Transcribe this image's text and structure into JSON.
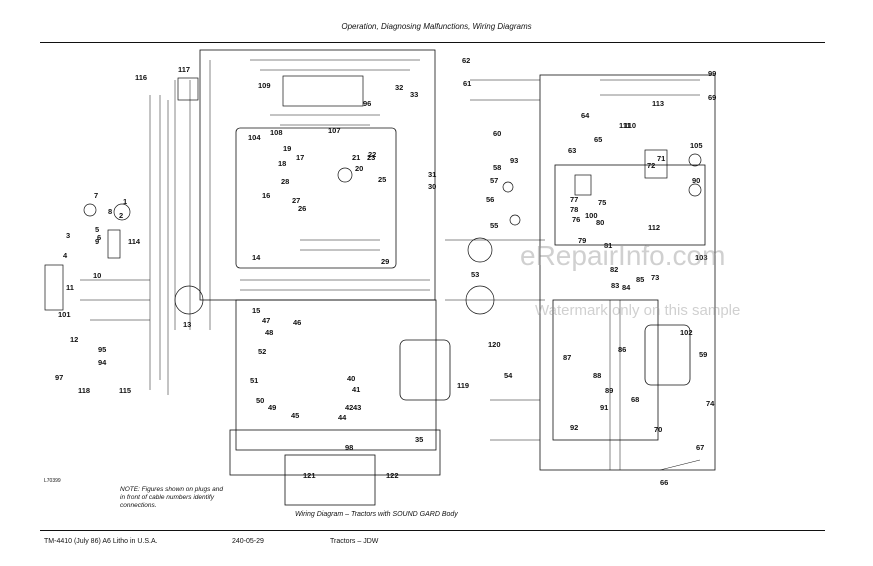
{
  "header": {
    "title": "Operation, Diagnosing Malfunctions, Wiring Diagrams"
  },
  "diagram": {
    "caption": "Wiring Diagram – Tractors with SOUND GARD Body",
    "note": "NOTE: Figures shown on plugs and in front of cable numbers identify connections.",
    "drawing_code": "L70399",
    "labels": [
      "116",
      "117",
      "109",
      "108",
      "107",
      "105",
      "104",
      "103",
      "102",
      "101",
      "100",
      "99",
      "98",
      "97",
      "96",
      "95",
      "94",
      "93",
      "92",
      "91",
      "90",
      "89",
      "88",
      "87",
      "86",
      "85",
      "84",
      "83",
      "82",
      "81",
      "80",
      "79",
      "78",
      "77",
      "76",
      "75",
      "74",
      "73",
      "72",
      "71",
      "70",
      "69",
      "68",
      "67",
      "66",
      "65",
      "64",
      "63",
      "62",
      "61",
      "60",
      "59",
      "58",
      "57",
      "56",
      "55",
      "54",
      "53",
      "52",
      "51",
      "50",
      "49",
      "48",
      "47",
      "46",
      "45",
      "44",
      "43",
      "42",
      "41",
      "40",
      "35",
      "33",
      "32",
      "31",
      "30",
      "29",
      "28",
      "27",
      "26",
      "25",
      "23",
      "22",
      "21",
      "20",
      "19",
      "18",
      "17",
      "16",
      "15",
      "14",
      "13",
      "12",
      "11",
      "10",
      "9",
      "8",
      "7",
      "6",
      "5",
      "4",
      "3",
      "2",
      "1",
      "110",
      "111",
      "112",
      "113",
      "114",
      "115",
      "118",
      "119",
      "120",
      "121",
      "122"
    ]
  },
  "watermark": {
    "site": "eRepairInfo.com",
    "notice": "Watermark only on this sample"
  },
  "footer": {
    "left": "TM-4410 (July 86) A6 Litho in U.S.A.",
    "center": "240-05-29",
    "right": "Tractors – JDW"
  }
}
